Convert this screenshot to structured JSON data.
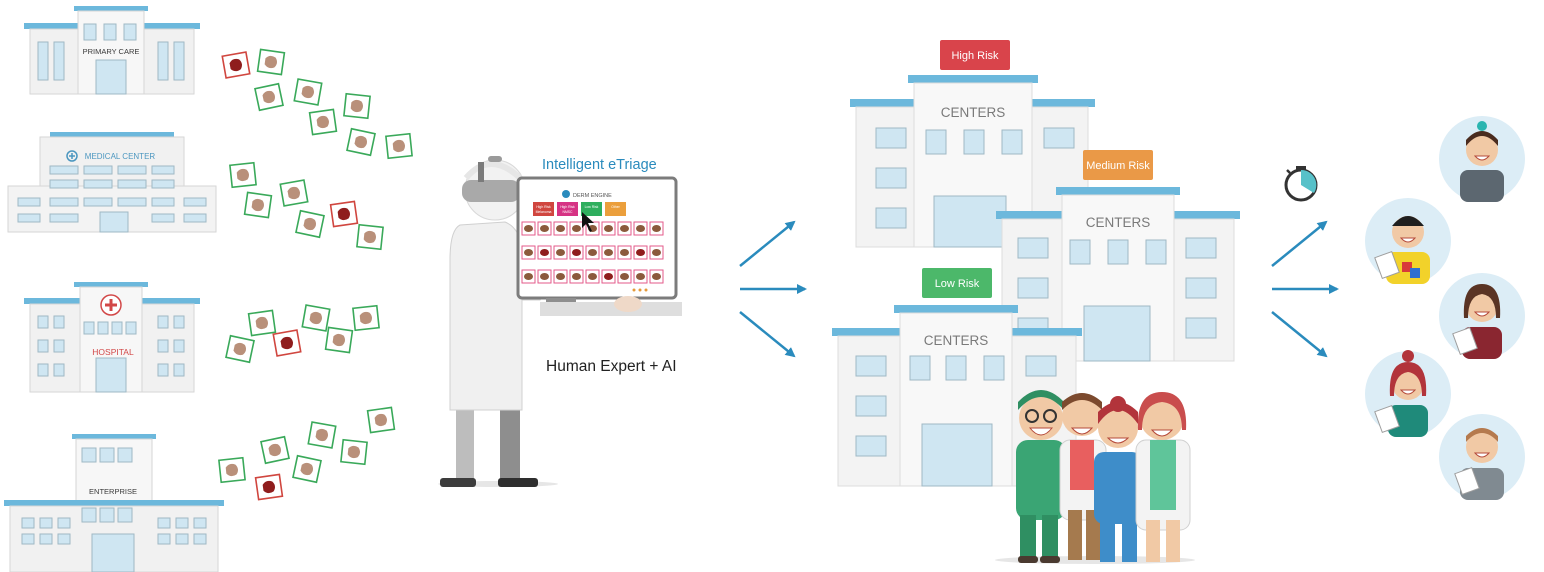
{
  "sources": {
    "primary_care": "PRIMARY CARE",
    "medical_center": "MEDICAL CENTER",
    "hospital": "HOSPITAL",
    "enterprise": "ENTERPRISE"
  },
  "triage": {
    "title": "Intelligent eTriage",
    "caption": "Human Expert + AI",
    "screen_brand": "DERM ENGINE",
    "screen_buttons": [
      {
        "label": "High Risk Melanoma",
        "color": "#d0463f"
      },
      {
        "label": "High Risk NMSC",
        "color": "#d63384"
      },
      {
        "label": "Low Risk",
        "color": "#2fae5e"
      },
      {
        "label": "Other",
        "color": "#eb9f3c"
      }
    ]
  },
  "centers": {
    "name": "CENTERS",
    "high_label": "High Risk",
    "medium_label": "Medium Risk",
    "low_label": "Low Risk",
    "high_color": "#d9444b",
    "medium_color": "#ea9947",
    "low_color": "#4cb86a"
  },
  "colors": {
    "arrow": "#2a8bbd",
    "roof": "#6cb8dc",
    "window": "#cfe6f2",
    "avatar_bg": "#dcedf6",
    "card_green": "#3aa95a",
    "lesion": "#b9907a",
    "lesion_red": "#8f1d1d"
  }
}
